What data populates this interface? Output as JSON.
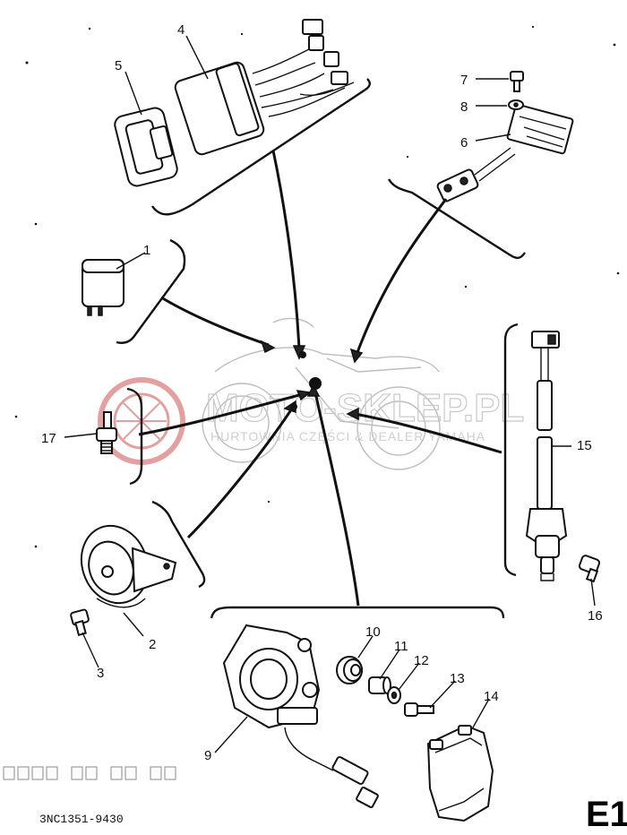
{
  "callouts": [
    {
      "id": "1",
      "label": "1"
    },
    {
      "id": "2",
      "label": "2"
    },
    {
      "id": "3",
      "label": "3"
    },
    {
      "id": "4",
      "label": "4"
    },
    {
      "id": "5",
      "label": "5"
    },
    {
      "id": "6",
      "label": "6"
    },
    {
      "id": "7",
      "label": "7"
    },
    {
      "id": "8",
      "label": "8"
    },
    {
      "id": "9",
      "label": "9"
    },
    {
      "id": "10",
      "label": "10"
    },
    {
      "id": "11",
      "label": "11"
    },
    {
      "id": "12",
      "label": "12"
    },
    {
      "id": "13",
      "label": "13"
    },
    {
      "id": "14",
      "label": "14"
    },
    {
      "id": "15",
      "label": "15"
    },
    {
      "id": "16",
      "label": "16"
    },
    {
      "id": "17",
      "label": "17"
    }
  ],
  "diagram_code": "3NC1351-9430",
  "sheet_label": "E1",
  "watermark": {
    "main": "MOTO-SKLEP.PL",
    "sub": "HURTOWNIA CZĘŚCI & DEALER YAMAHA"
  },
  "colors": {
    "ink": "#111111",
    "watermark_red": "#e3a0a0",
    "watermark_gray": "#c9c9c9"
  }
}
